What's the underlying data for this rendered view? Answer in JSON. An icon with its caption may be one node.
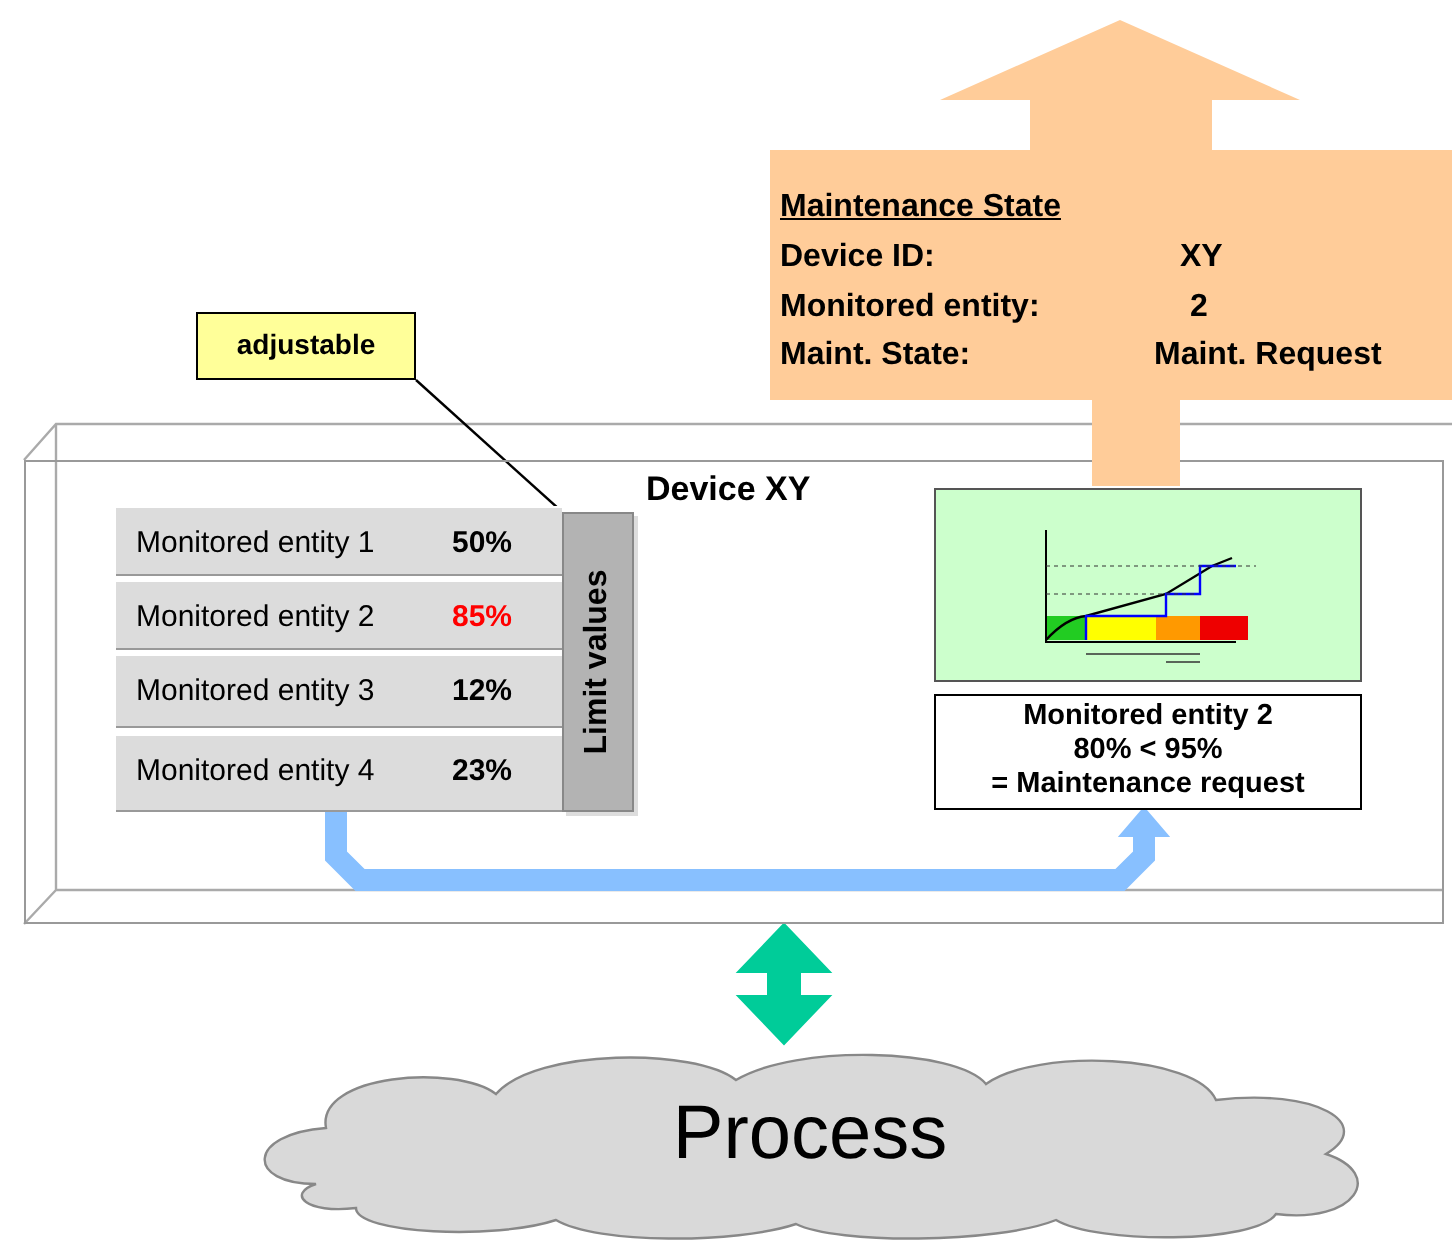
{
  "diagram": {
    "nodes": [
      {
        "text": [
          "Device XY"
        ]
      },
      {
        "text": [
          "adjustable"
        ]
      },
      {
        "text": [
          "Limit values"
        ],
        "in": 0
      },
      {
        "text": [
          "Monitored entity 1",
          "50%"
        ],
        "in": 0
      },
      {
        "text": [
          "Monitored entity 2",
          "85%"
        ],
        "in": 0
      },
      {
        "text": [
          "Monitored entity 3",
          "12%"
        ],
        "in": 0
      },
      {
        "text": [
          "Monitored entity 4",
          "23%"
        ],
        "in": 0
      },
      {
        "text": [],
        "shape": "picture",
        "in": 0
      },
      {
        "text": [
          "Monitored entity 2",
          "80% < 95%",
          "= Maintenance request"
        ],
        "in": 0
      },
      {
        "text": [
          "Maintenance State",
          "Device ID:",
          "XY",
          "Monitored entity:",
          "2",
          "Maint. State:",
          "Maint. Request"
        ]
      },
      {
        "text": [
          "Process"
        ]
      }
    ],
    "edges": [
      {
        "from": 1,
        "to": 2,
        "arrow": "none",
        "color": "#000000"
      },
      {
        "from": 6,
        "to": 8,
        "arrow": "to",
        "style": "thick",
        "color": "#88c0ff"
      },
      {
        "from": 0,
        "to": 10,
        "arrow": "both",
        "style": "thick",
        "color": "#00cc99"
      }
    ]
  }
}
